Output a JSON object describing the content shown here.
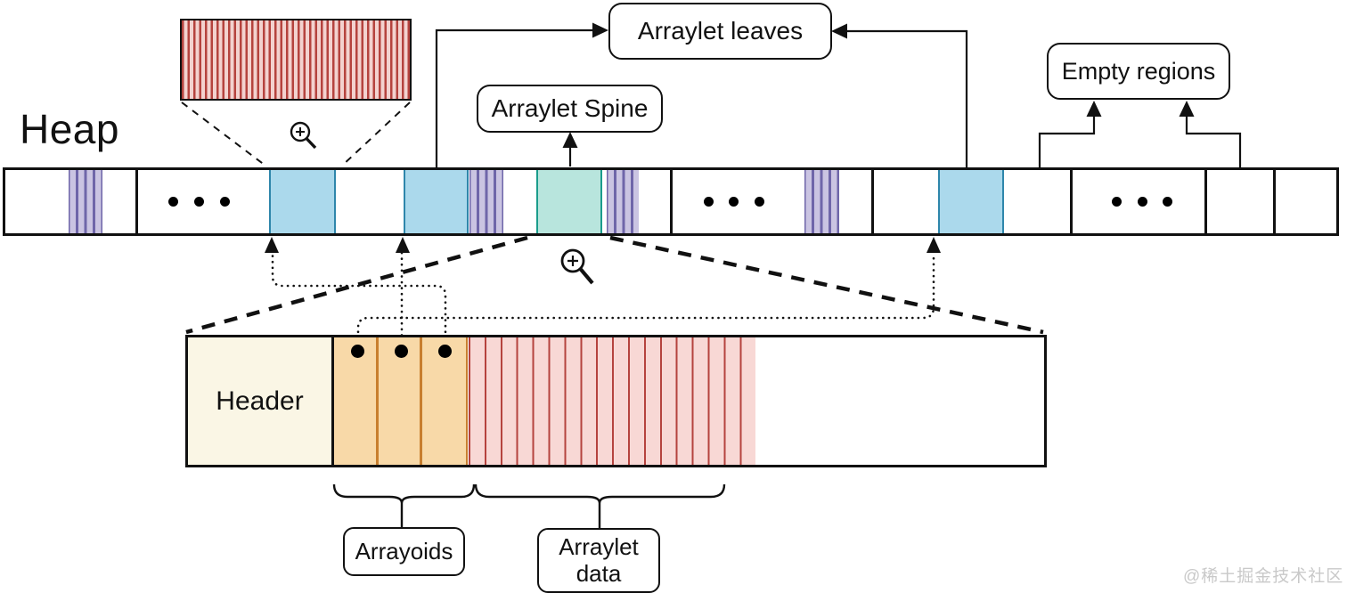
{
  "diagram": {
    "title": "Heap",
    "boxes": {
      "arraylet_leaves": "Arraylet leaves",
      "arraylet_spine": "Arraylet Spine",
      "empty_regions": "Empty regions",
      "header": "Header",
      "arrayoids": "Arrayoids",
      "arraylet_data_line1": "Arraylet",
      "arraylet_data_line2": "data"
    },
    "heap_regions": [
      {
        "type": "empty"
      },
      {
        "type": "region-metadata-stripes"
      },
      {
        "type": "ellipsis",
        "glyph": "• • •"
      },
      {
        "type": "arraylet-leaf",
        "note": "shown magnified above"
      },
      {
        "type": "empty"
      },
      {
        "type": "arraylet-leaf"
      },
      {
        "type": "region-metadata-stripes"
      },
      {
        "type": "empty"
      },
      {
        "type": "arraylet-spine"
      },
      {
        "type": "region-metadata-stripes"
      },
      {
        "type": "ellipsis",
        "glyph": "• • •"
      },
      {
        "type": "region-metadata-stripes"
      },
      {
        "type": "empty"
      },
      {
        "type": "arraylet-leaf"
      },
      {
        "type": "empty"
      },
      {
        "type": "ellipsis",
        "glyph": "• • •"
      },
      {
        "type": "empty"
      },
      {
        "type": "empty"
      }
    ],
    "region_detail": {
      "cells": [
        "Header",
        "arrayoid-1",
        "arrayoid-2",
        "arrayoid-3",
        "arraylet-data-stripes",
        "free-space"
      ],
      "arrayoid_pointer_count": 3
    },
    "icons": {
      "magnifier_top": "zoom-in-magnifier",
      "magnifier_middle": "zoom-in-magnifier"
    },
    "watermark": "@稀土掘金技术社区",
    "colors": {
      "leaf_blue_fill": "#abd9ec",
      "leaf_blue_border": "#2e86ab",
      "spine_teal_fill": "#b8e5dd",
      "spine_teal_border": "#1a9c8c",
      "meta_purple_fill": "#cac4e2",
      "meta_purple_border": "#6f66a9",
      "header_cream": "#faf6e5",
      "arrayoid_orange_fill": "#f8d9a8",
      "arrayoid_orange_border": "#c87f2f",
      "data_red_line": "#b5433e",
      "data_red_fill": "#f8d8d5",
      "zoom_red_line": "#b5433e",
      "zoom_red_fill": "#f3d2cf",
      "line_black": "#111111",
      "watermark_gray": "#c9c9c9"
    }
  }
}
